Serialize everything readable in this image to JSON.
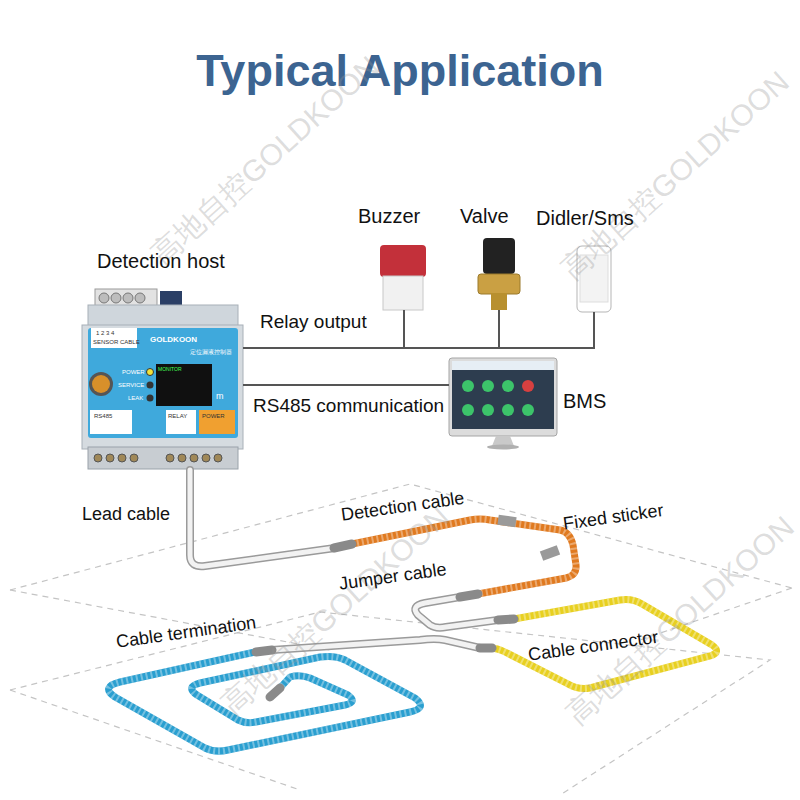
{
  "diagram": {
    "title": "Typical Application",
    "nodes": [
      {
        "text": [
          "Detection host"
        ]
      },
      {
        "text": [
          "Buzzer"
        ]
      },
      {
        "text": [
          "Valve"
        ]
      },
      {
        "text": [
          "Didler/Sms"
        ]
      },
      {
        "text": [
          "BMS"
        ]
      }
    ],
    "edges": [
      {
        "from": 0,
        "to": 1,
        "arrow": "none",
        "label": "Relay output"
      },
      {
        "from": 0,
        "to": 2,
        "arrow": "none"
      },
      {
        "from": 0,
        "to": 3,
        "arrow": "none"
      },
      {
        "from": 0,
        "to": 4,
        "arrow": "none",
        "label": "RS485 communication"
      }
    ],
    "labels": [
      "高地自控GOLDKOON",
      "高地自控GOLDKOON",
      "高地自控GOLDKOON",
      "高地自控GOLDKOON",
      "1 2 3 4",
      "SENSOR CABLE",
      "GOLDKOON",
      "定位漏液控制器",
      "POWER",
      "SERVICE",
      "LEAK",
      "MONITOR",
      "m",
      "RS485",
      "RELAY",
      "POWER",
      "Lead cable",
      "Detection cable",
      "Fixed sticker",
      "Jumper cable",
      "Cable termination",
      "Cable connector"
    ]
  }
}
